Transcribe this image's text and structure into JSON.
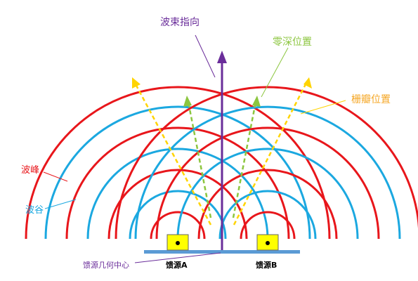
{
  "labels": {
    "beam_direction": "波束指向",
    "null_position": "零深位置",
    "grating_position": "栅瓣位置",
    "crest": "波峰",
    "trough": "波谷",
    "geometric_center": "馈源几何中心",
    "source_a": "馈源A",
    "source_b": "馈源B"
  },
  "colors": {
    "crest": "#e8161b",
    "trough": "#1ba8e0",
    "beam": "#6a2d9a",
    "null": "#8cc63f",
    "grating": "#ffd400",
    "ground": "#5b9bd5",
    "source_fill": "#ffff00",
    "text_purple": "#6a2d9a",
    "text_green": "#8cc63f",
    "text_orange": "#f5a623",
    "text_red": "#e8161b",
    "text_blue": "#1ba8e0"
  },
  "icons": {
    "source_dot": "black-dot-icon"
  }
}
